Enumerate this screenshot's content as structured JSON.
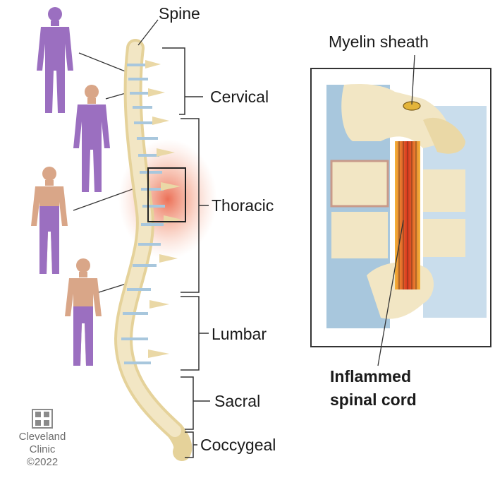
{
  "labels": {
    "spine": "Spine",
    "myelin": "Myelin sheath",
    "cervical": "Cervical",
    "thoracic": "Thoracic",
    "lumbar": "Lumbar",
    "sacral": "Sacral",
    "coccygeal": "Coccygeal",
    "inflamed_line1": "Inflammed",
    "inflamed_line2": "spinal cord"
  },
  "logo": {
    "name_line1": "Cleveland",
    "name_line2": "Clinic",
    "copyright": "©2022"
  },
  "colors": {
    "body_purple": "#9b6fc0",
    "skin": "#d9a688",
    "bone": "#f2e6c4",
    "disc": "#a8c7dd",
    "inflammation": "#e86c4c",
    "frame": "#333333"
  }
}
